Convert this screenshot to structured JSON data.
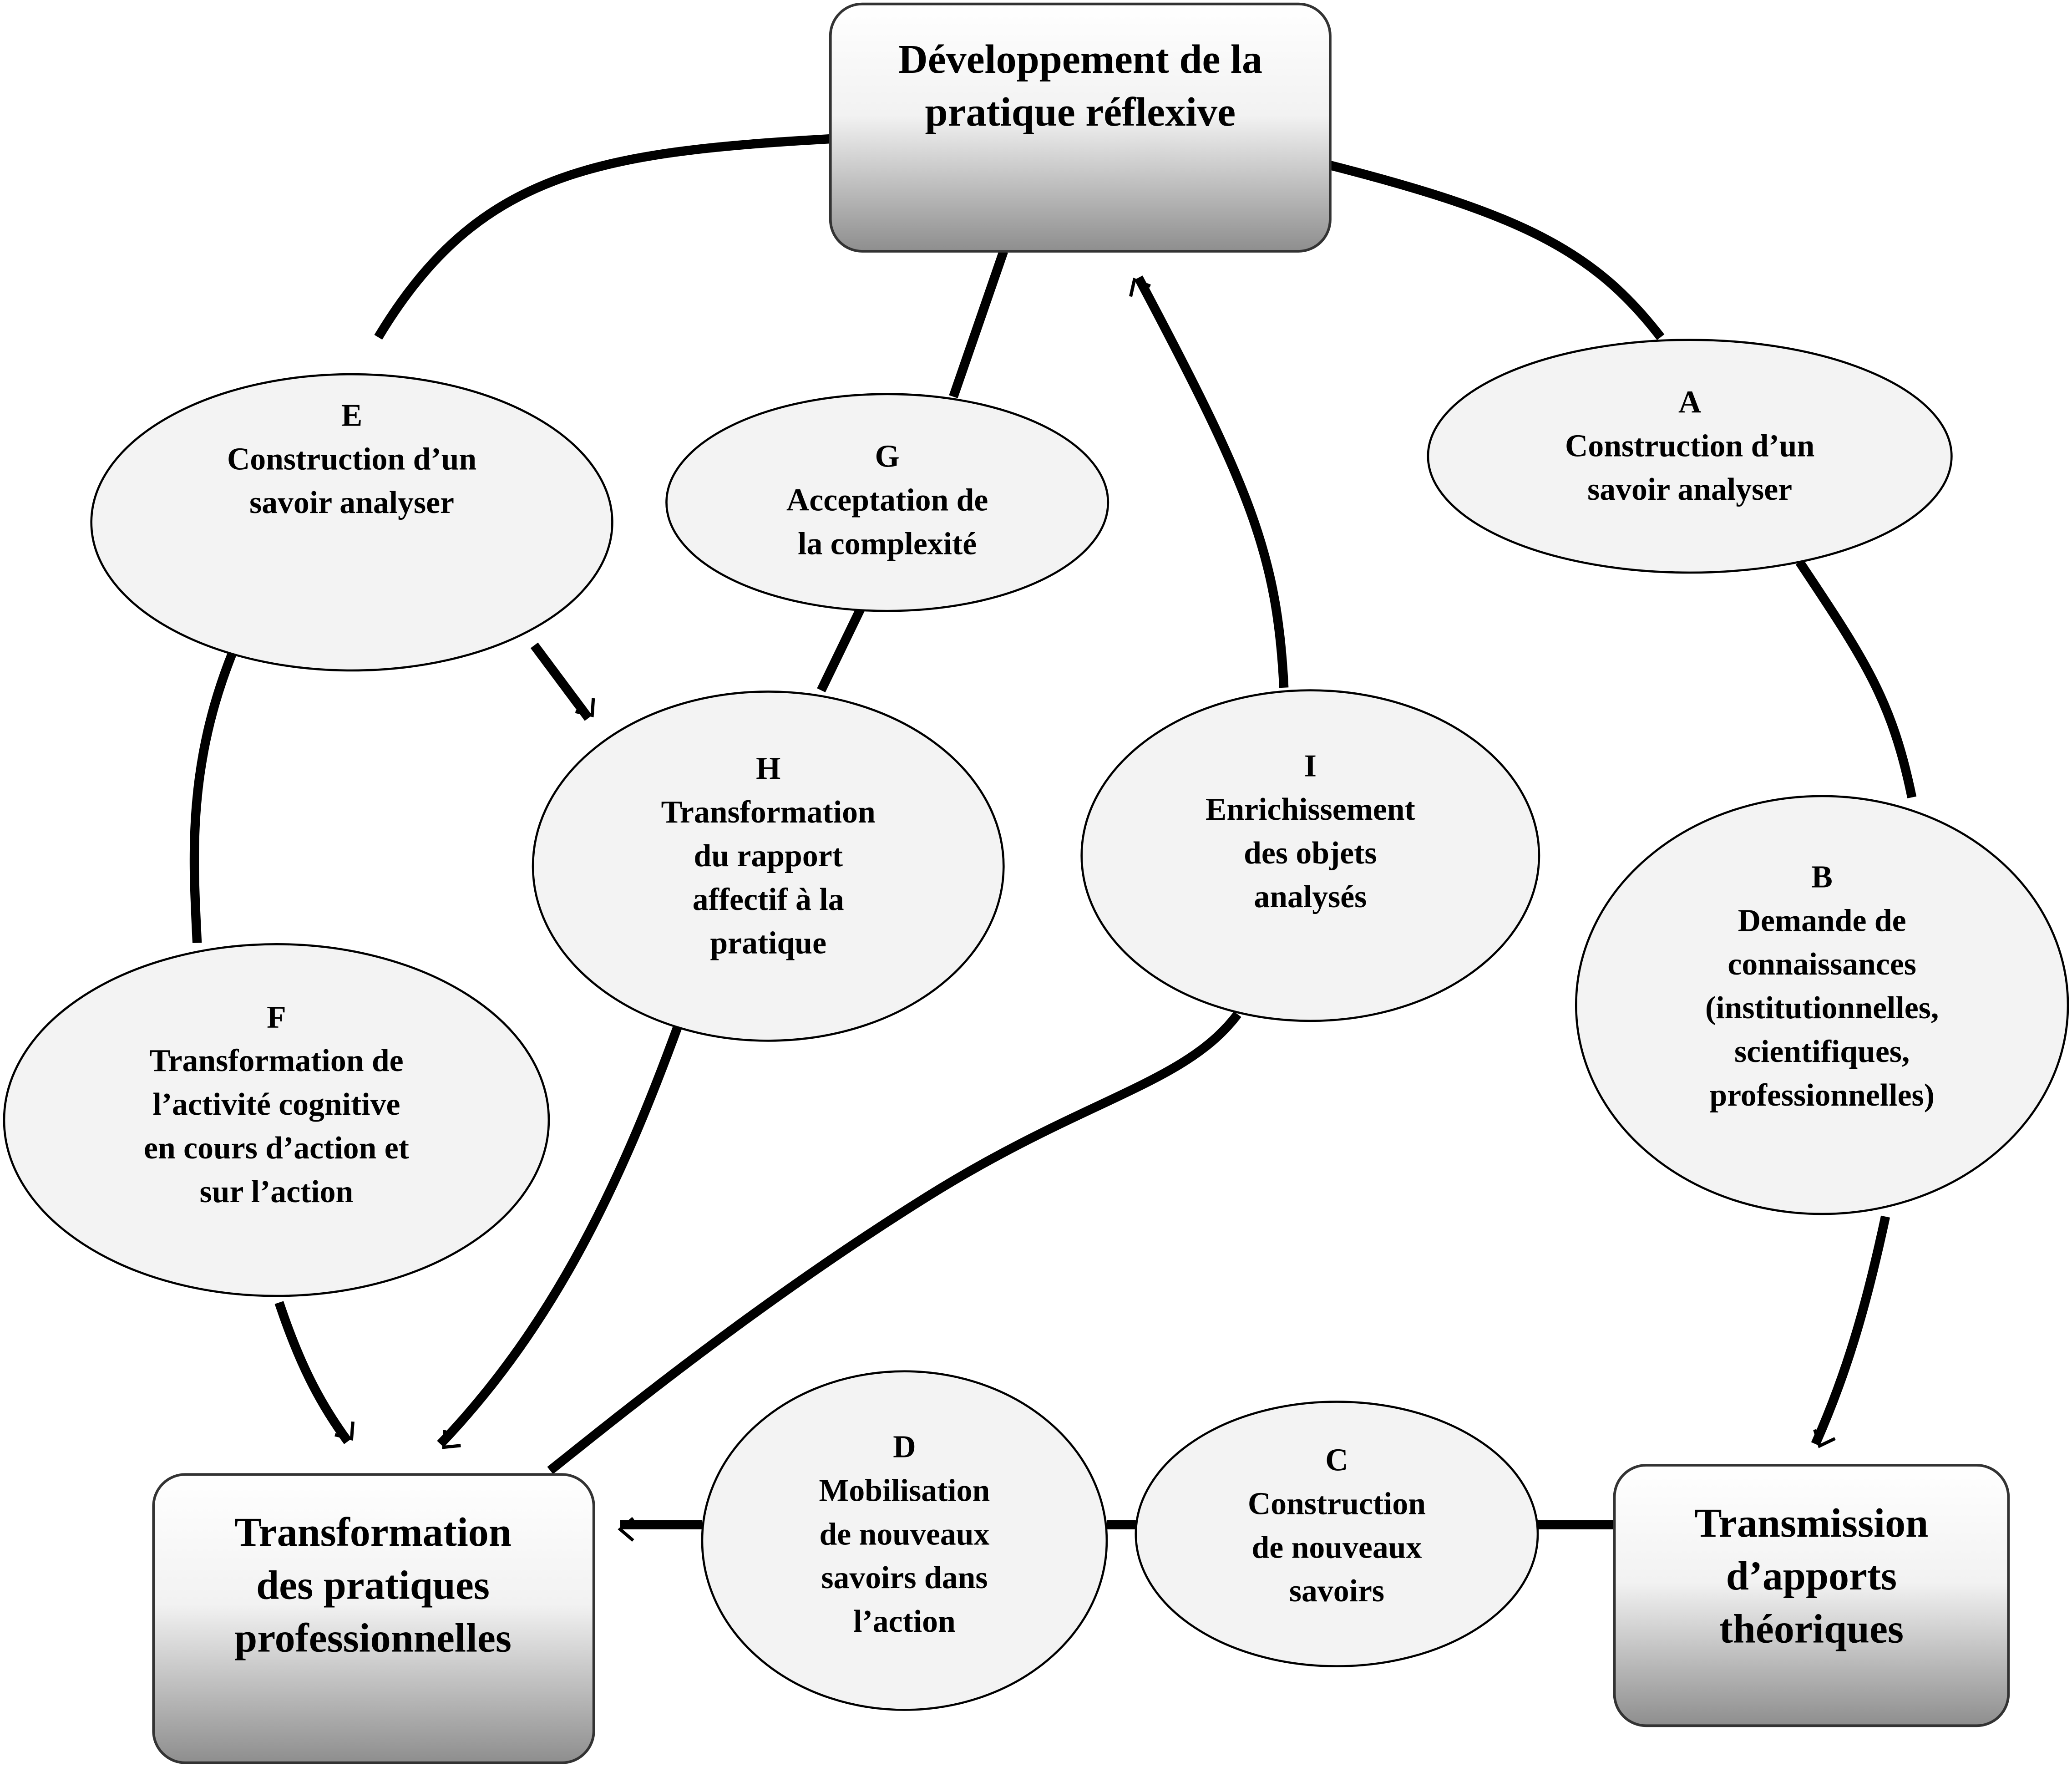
{
  "boxes": {
    "top": [
      "Développement de la",
      "pratique réflexive"
    ],
    "bottom_left": [
      "Transformation",
      "des pratiques",
      "professionnelles"
    ],
    "bottom_right": [
      "Transmission",
      "d’apports",
      "théoriques"
    ]
  },
  "nodes": {
    "A": [
      "A",
      "Construction d’un",
      "savoir analyser"
    ],
    "B": [
      "B",
      "Demande de",
      "connaissances",
      "(institutionnelles,",
      "scientifiques,",
      "professionnelles)"
    ],
    "C": [
      "C",
      "Construction",
      "de nouveaux",
      "savoirs"
    ],
    "D": [
      "D",
      "Mobilisation",
      "de nouveaux",
      "savoirs dans",
      "l’action"
    ],
    "E": [
      "E",
      "Construction d’un",
      "savoir analyser"
    ],
    "F": [
      "F",
      "Transformation de",
      "l’activité cognitive",
      "en cours d’action et",
      "sur l’action"
    ],
    "G": [
      "G",
      "Acceptation de",
      "la complexité"
    ],
    "H": [
      "H",
      "Transformation",
      "du rapport",
      "affectif à la",
      "pratique"
    ],
    "I": [
      "I",
      "Enrichissement",
      "des objets",
      "analysés"
    ]
  }
}
